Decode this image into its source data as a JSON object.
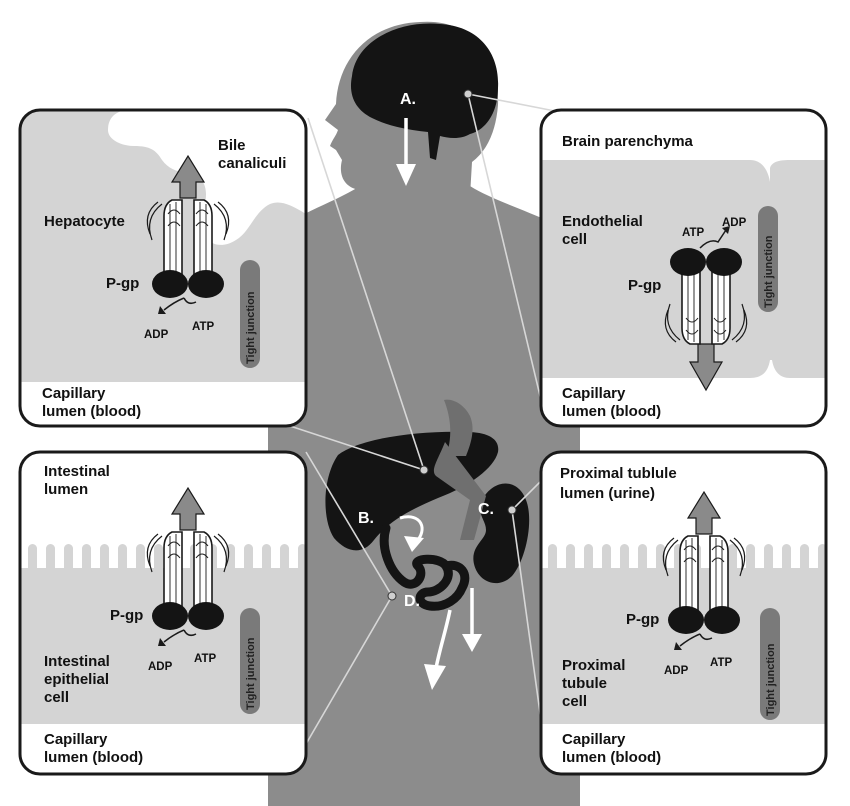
{
  "markers": {
    "a": "A.",
    "b": "B.",
    "c": "C.",
    "d": "D."
  },
  "panels": {
    "liver": {
      "top_line1": "Bile",
      "top_line2": "canaliculi",
      "cell": "Hepatocyte",
      "transporter": "P-gp",
      "adp": "ADP",
      "atp": "ATP",
      "junction": "Tight junction",
      "bottom_line1": "Capillary",
      "bottom_line2": "lumen (blood)"
    },
    "brain": {
      "top": "Brain parenchyma",
      "cell_line1": "Endothelial",
      "cell_line2": "cell",
      "transporter": "P-gp",
      "adp": "ADP",
      "atp": "ATP",
      "junction": "Tight junction",
      "bottom_line1": "Capillary",
      "bottom_line2": "lumen (blood)"
    },
    "intestine": {
      "top_line1": "Intestinal",
      "top_line2": "lumen",
      "transporter": "P-gp",
      "adp": "ADP",
      "atp": "ATP",
      "cell_line1": "Intestinal",
      "cell_line2": "epithelial",
      "cell_line3": "cell",
      "junction": "Tight junction",
      "bottom_line1": "Capillary",
      "bottom_line2": "lumen (blood)"
    },
    "kidney": {
      "top_line1": "Proximal tublule",
      "top_line2": "lumen (urine)",
      "transporter": "P-gp",
      "adp": "ADP",
      "atp": "ATP",
      "cell_line1": "Proximal",
      "cell_line2": "tubule",
      "cell_line3": "cell",
      "junction": "Tight junction",
      "bottom_line1": "Capillary",
      "bottom_line2": "lumen (blood)"
    }
  },
  "colors": {
    "body": "#8c8c8c",
    "organ": "#141414",
    "panel_fill": "#d4d4d4",
    "tube": "#8a8a8a",
    "junction": "#7a7a7a"
  }
}
